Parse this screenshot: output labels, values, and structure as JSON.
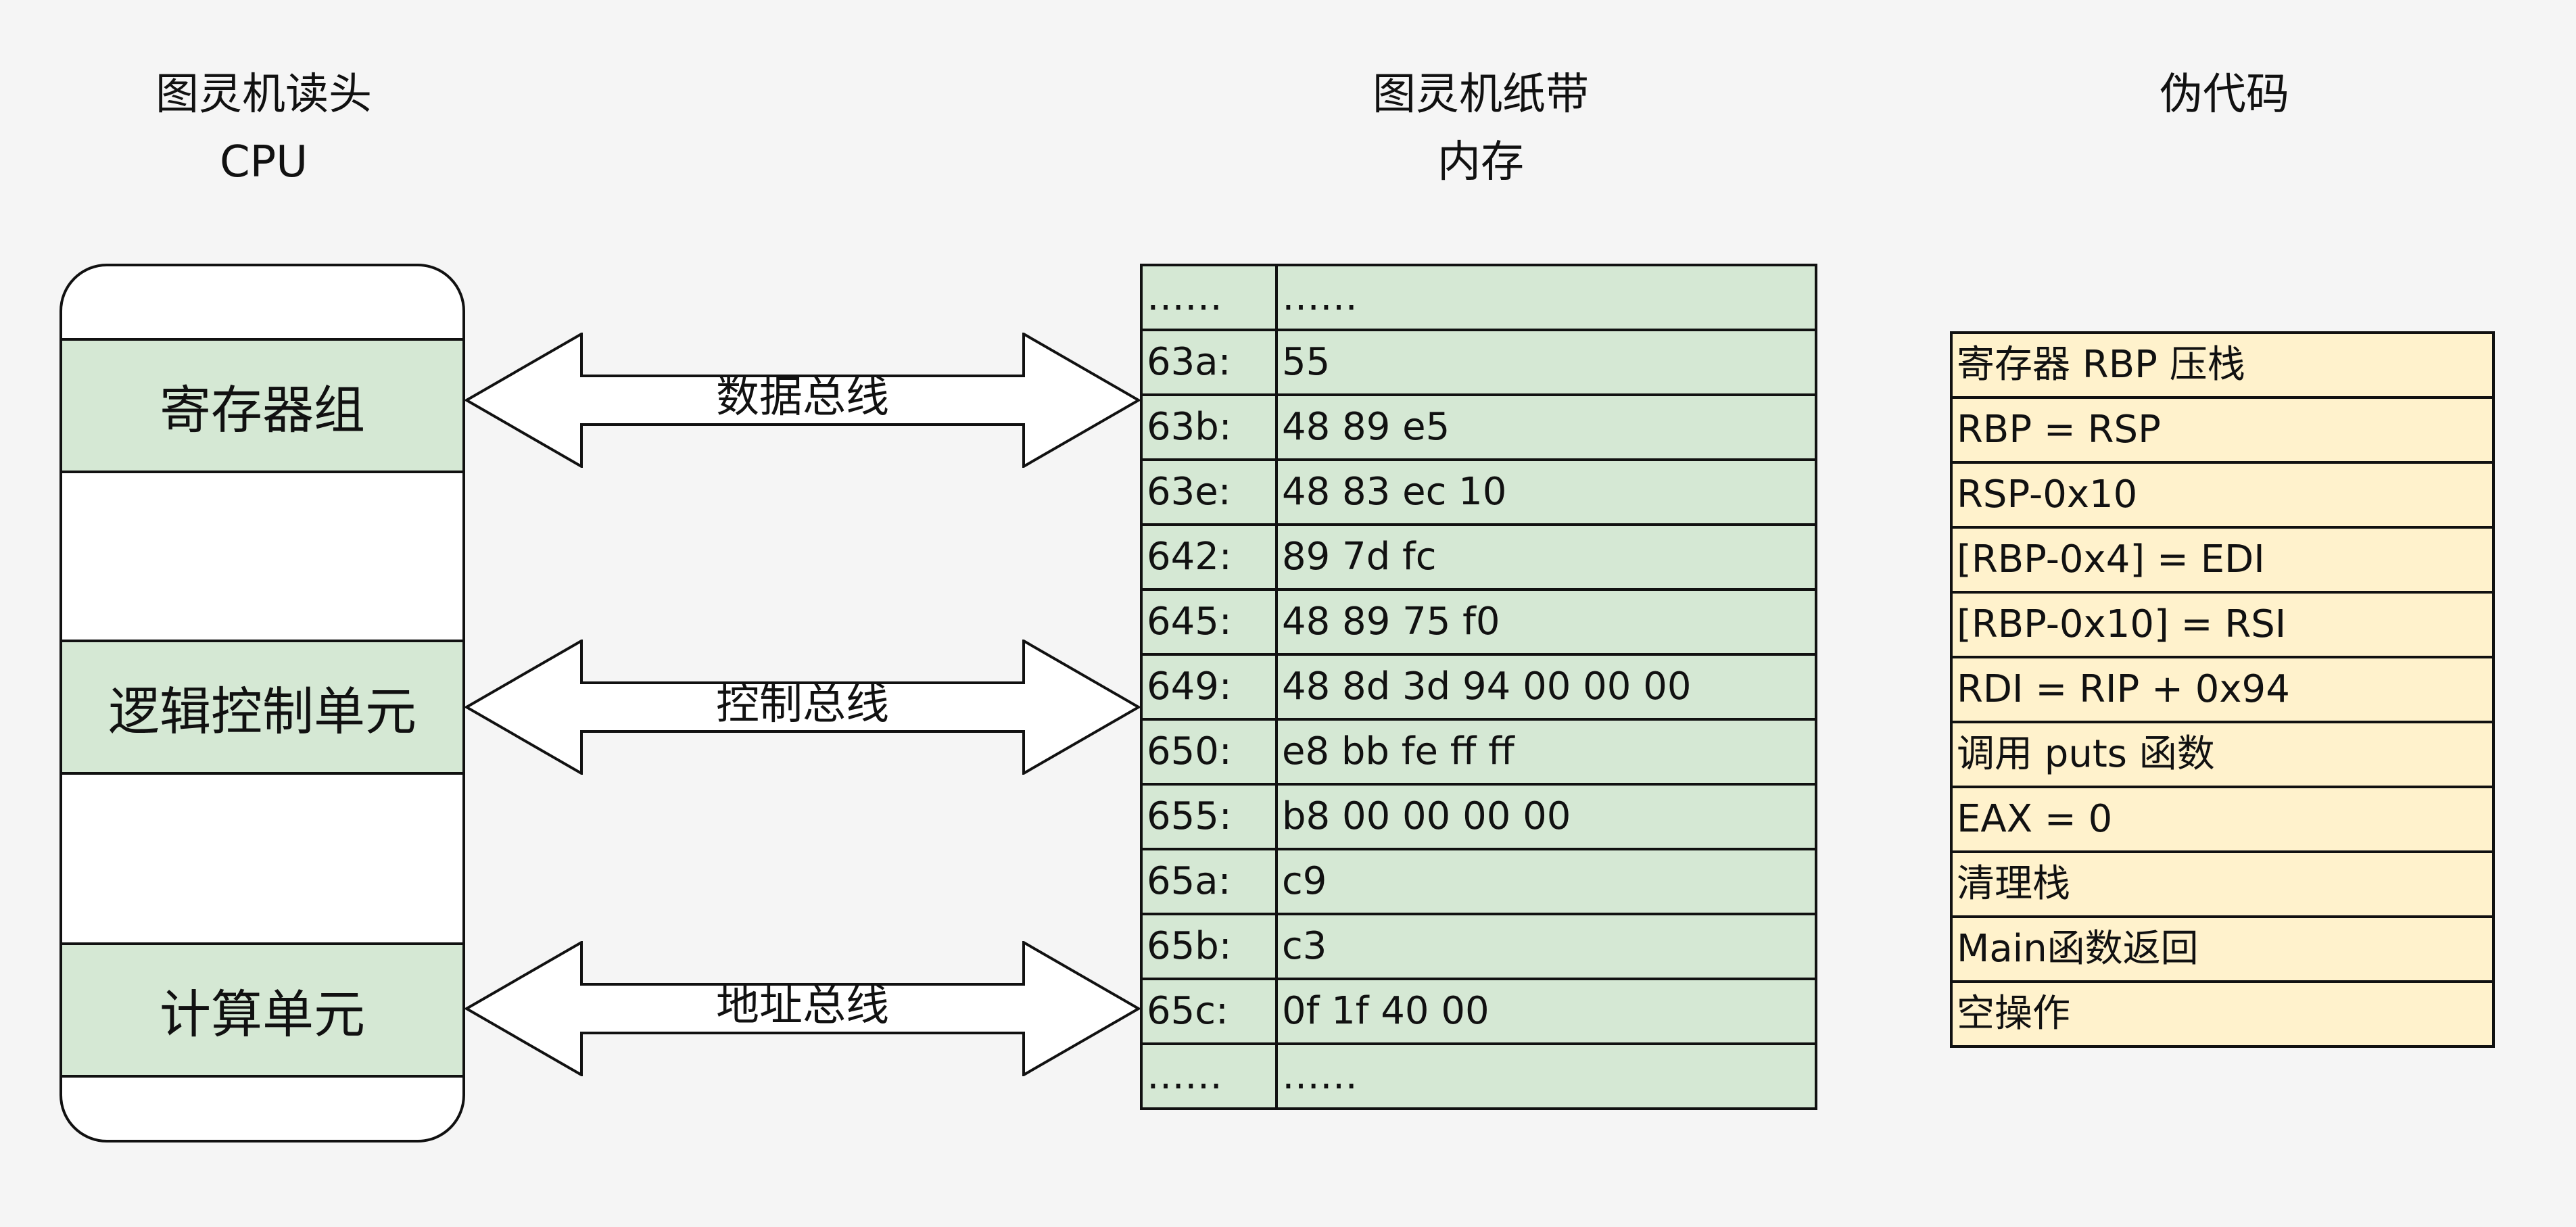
{
  "headings": {
    "cpu_line1": "图灵机读头",
    "cpu_line2": "CPU",
    "mem_line1": "图灵机纸带",
    "mem_line2": "内存",
    "pseudo": "伪代码"
  },
  "cpu": {
    "registers": "寄存器组",
    "control_unit": "逻辑控制单元",
    "alu": "计算单元"
  },
  "buses": {
    "data": "数据总线",
    "control": "控制总线",
    "address": "地址总线"
  },
  "memory": [
    {
      "addr": "……",
      "bytes": "……"
    },
    {
      "addr": "63a:",
      "bytes": "55"
    },
    {
      "addr": "63b:",
      "bytes": "48 89 e5"
    },
    {
      "addr": "63e:",
      "bytes": "48 83 ec 10"
    },
    {
      "addr": "642:",
      "bytes": "89 7d fc"
    },
    {
      "addr": "645:",
      "bytes": "48 89 75 f0"
    },
    {
      "addr": "649:",
      "bytes": "48 8d 3d 94 00 00 00"
    },
    {
      "addr": "650:",
      "bytes": "e8 bb fe ff ff"
    },
    {
      "addr": "655:",
      "bytes": "b8 00 00 00 00"
    },
    {
      "addr": "65a:",
      "bytes": "c9"
    },
    {
      "addr": "65b:",
      "bytes": "c3"
    },
    {
      "addr": "65c:",
      "bytes": "0f 1f 40 00"
    },
    {
      "addr": "……",
      "bytes": "……"
    }
  ],
  "pseudocode": [
    "寄存器 RBP 压栈",
    "RBP = RSP",
    "RSP-0x10",
    "[RBP-0x4] = EDI",
    "[RBP-0x10] = RSI",
    "RDI = RIP + 0x94",
    "调用 puts 函数",
    "EAX = 0",
    "清理栈",
    "Main函数返回",
    "空操作"
  ],
  "colors": {
    "background": "#f5f5f5",
    "green_fill": "#d5e8d4",
    "yellow_fill": "#fff2cc",
    "stroke": "#111111"
  }
}
